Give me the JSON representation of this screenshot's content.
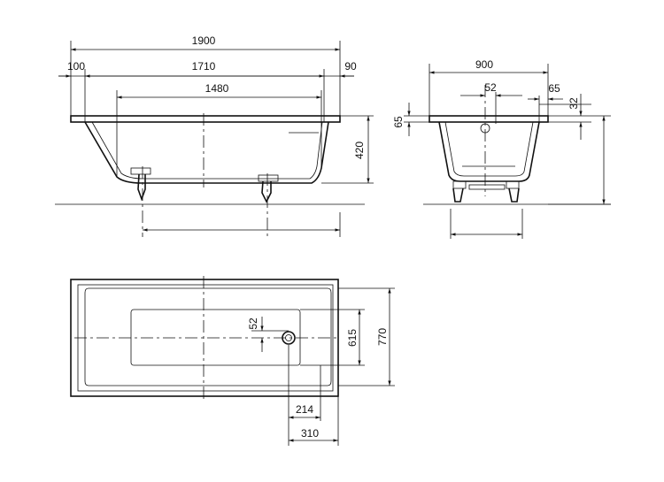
{
  "dimensions": {
    "overall_length": "1900",
    "rim_left": "100",
    "inner_length": "1710",
    "rim_right": "90",
    "bottom_length": "1480",
    "height": "420",
    "rim_thickness": "65",
    "width": "900",
    "drain_offset": "52",
    "rim_side": "65",
    "rim_small": "32",
    "plan_drain_offset": "52",
    "inner_width": "615",
    "overall_width": "770",
    "drain_to_end": "214",
    "outer_to_end": "310"
  }
}
